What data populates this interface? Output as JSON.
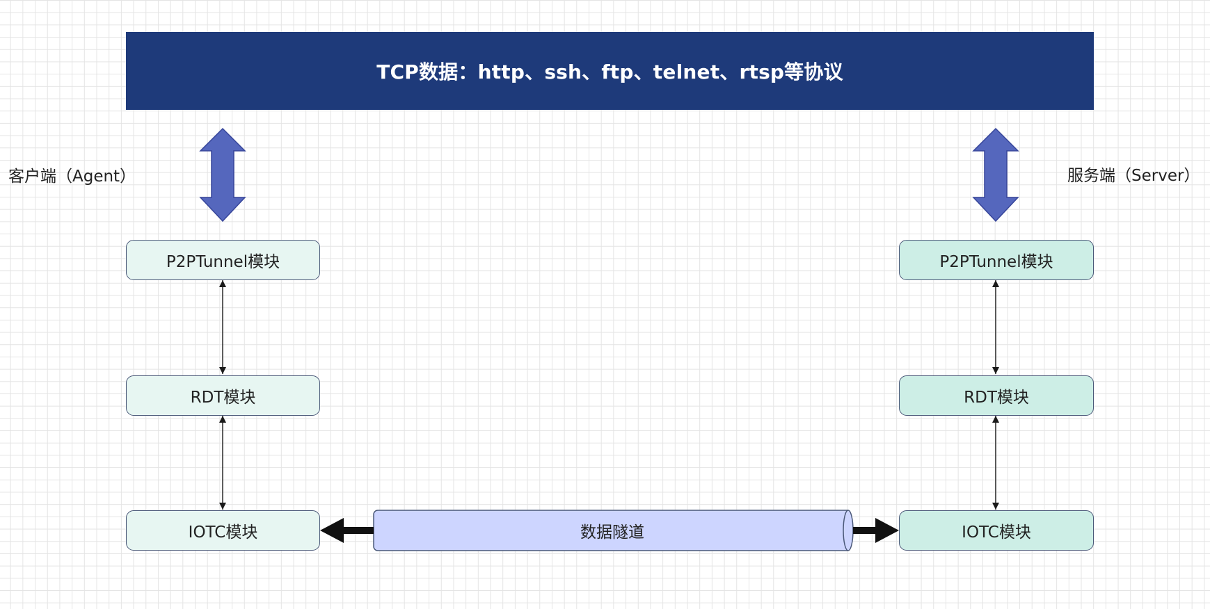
{
  "banner": {
    "text": "TCP数据：http、ssh、ftp、telnet、rtsp等协议"
  },
  "labels": {
    "agent": "客户端（Agent）",
    "server": "服务端（Server）"
  },
  "agent_modules": {
    "p2p": "P2PTunnel模块",
    "rdt": "RDT模块",
    "iotc": "IOTC模块"
  },
  "server_modules": {
    "p2p": "P2PTunnel模块",
    "rdt": "RDT模块",
    "iotc": "IOTC模块"
  },
  "tunnel": {
    "label": "数据隧道"
  },
  "colors": {
    "banner": "#1e3a7a",
    "big_arrow": "#5567bd",
    "agent_node": "#e7f6f2",
    "server_node": "#cdeee6",
    "tunnel_fill": "#cdd5ff"
  }
}
